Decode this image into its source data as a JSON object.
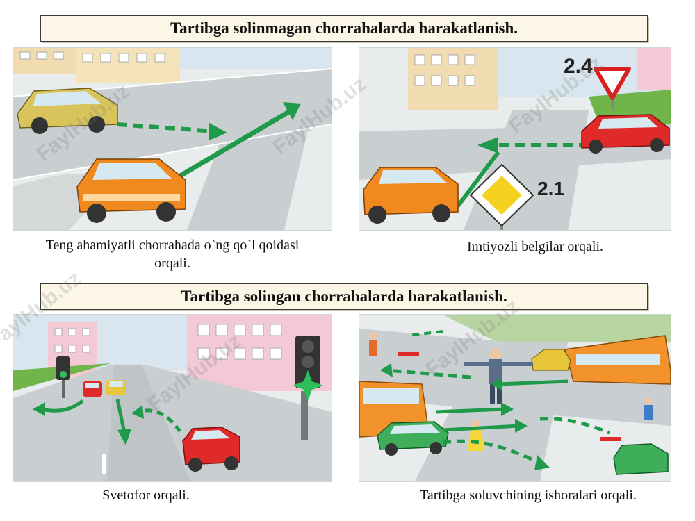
{
  "banners": {
    "unregulated": "Tartibga solinmagan chorrahalarda harakatlanish.",
    "regulated": "Tartibga solingan chorrahalarda harakatlanish."
  },
  "captions": {
    "right_hand_rule": "Teng ahamiyatli chorrahada o`ng qo`l qoidasi orqali.",
    "priority_signs": "Imtiyozli belgilar orqali.",
    "traffic_light": "Svetofor orqali.",
    "traffic_controller": "Tartibga soluvchining ishoralari orqali."
  },
  "signs": {
    "yield_sign_number": "2.4",
    "main_road_sign_number": "2.1"
  },
  "watermark": "FaylHub.uz",
  "colors": {
    "banner_bg": "#fbf6e6",
    "road": "#c9ced0",
    "sidewalk": "#e9ecec",
    "arrow_green": "#1f9a4a",
    "car_orange": "#f08a1e",
    "car_yellow": "#d8c45a",
    "car_red": "#e02a2a",
    "building_beige": "#f0dcb0",
    "building_pink": "#f2c9d4",
    "grass": "#6fb54a",
    "tram_orange": "#f2922a"
  }
}
